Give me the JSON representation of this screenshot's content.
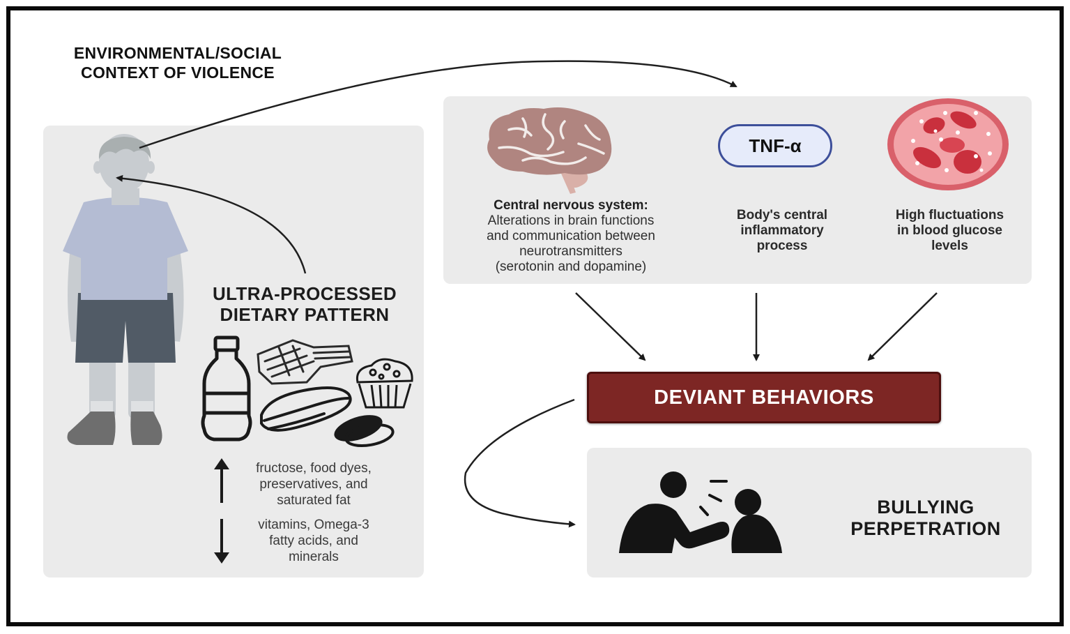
{
  "diagram": {
    "context_title": [
      "ENVIRONMENTAL/SOCIAL",
      "CONTEXT OF VIOLENCE"
    ],
    "dietary_pattern": {
      "title": [
        "ULTRA-PROCESSED",
        "DIETARY PATTERN"
      ],
      "food_icons": [
        "soda-bottle-icon",
        "fries-icon",
        "hot-dog-icon",
        "cupcake-icon",
        "cookie-icon"
      ],
      "increased": {
        "direction": "up",
        "text": [
          "fructose, food dyes,",
          "preservatives, and",
          "saturated fat"
        ]
      },
      "decreased": {
        "direction": "down",
        "text": [
          "vitamins, Omega-3",
          "fatty acids, and",
          "minerals"
        ]
      }
    },
    "mechanisms": [
      {
        "id": "cns",
        "icon": "brain-icon",
        "heading": "Central nervous system:",
        "text": [
          "Alterations in brain functions",
          "and communication between",
          "neurotransmitters",
          "(serotonin and dopamine)"
        ]
      },
      {
        "id": "inflammation",
        "icon": "tnf-alpha-badge",
        "badge": "TNF-α",
        "text": [
          "Body's central",
          "inflammatory",
          "process"
        ]
      },
      {
        "id": "glucose",
        "icon": "blood-cells-icon",
        "text": [
          "High fluctuations",
          "in blood glucose",
          "levels"
        ]
      }
    ],
    "outcome": {
      "label": "DEVIANT BEHAVIORS",
      "color": "#7d2624"
    },
    "result": {
      "icon": "bullying-icon",
      "label": [
        "BULLYING",
        "PERPETRATION"
      ]
    },
    "colors": {
      "panel": "#ebebeb",
      "brain": "#b08580",
      "tnf_border": "#3d4f9a",
      "tnf_fill": "#e6ebfa",
      "blood_outer": "#d9606a",
      "blood_inner": "#f2a3a8",
      "blood_cells": "#c9303d"
    }
  }
}
